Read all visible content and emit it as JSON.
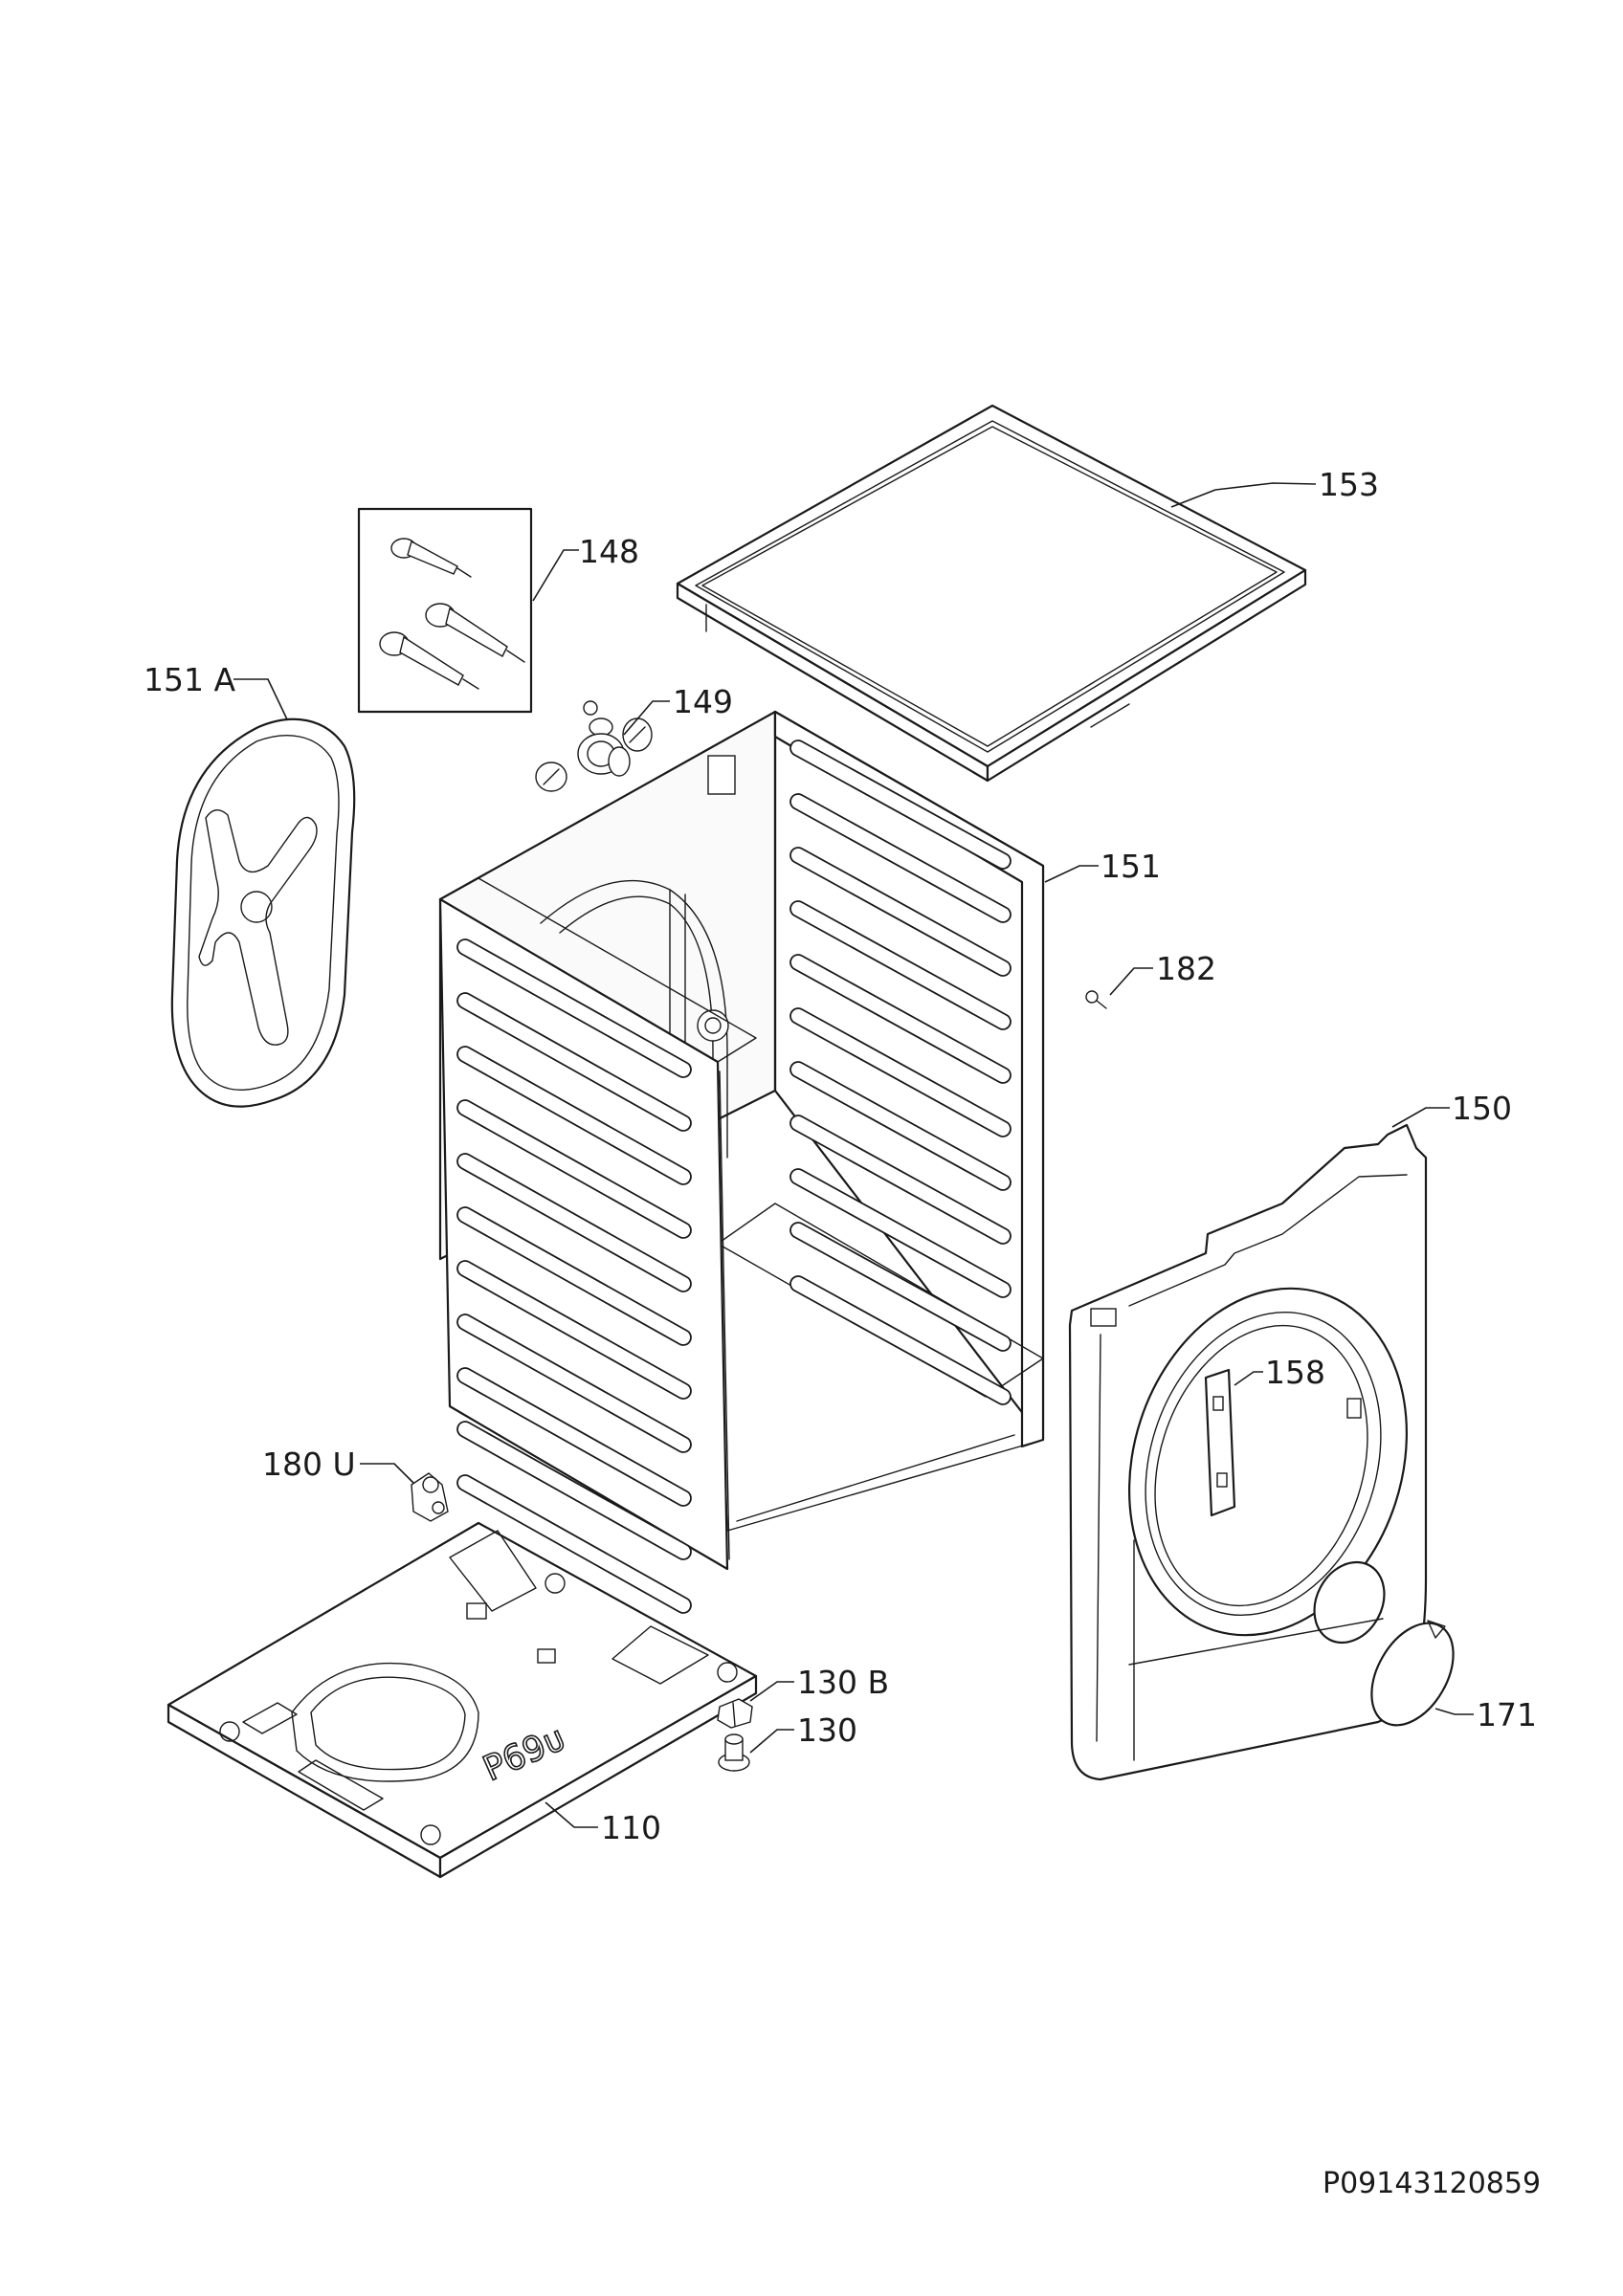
{
  "labels": {
    "p153": "153",
    "p148": "148",
    "p151a": "151 A",
    "p149": "149",
    "p151": "151",
    "p182": "182",
    "p150": "150",
    "p158": "158",
    "p180u": "180 U",
    "p130b": "130 B",
    "p130": "130",
    "p110": "110",
    "p171": "171"
  },
  "base_marking": "P69ᴜ",
  "drawing_code": "P09143120859"
}
